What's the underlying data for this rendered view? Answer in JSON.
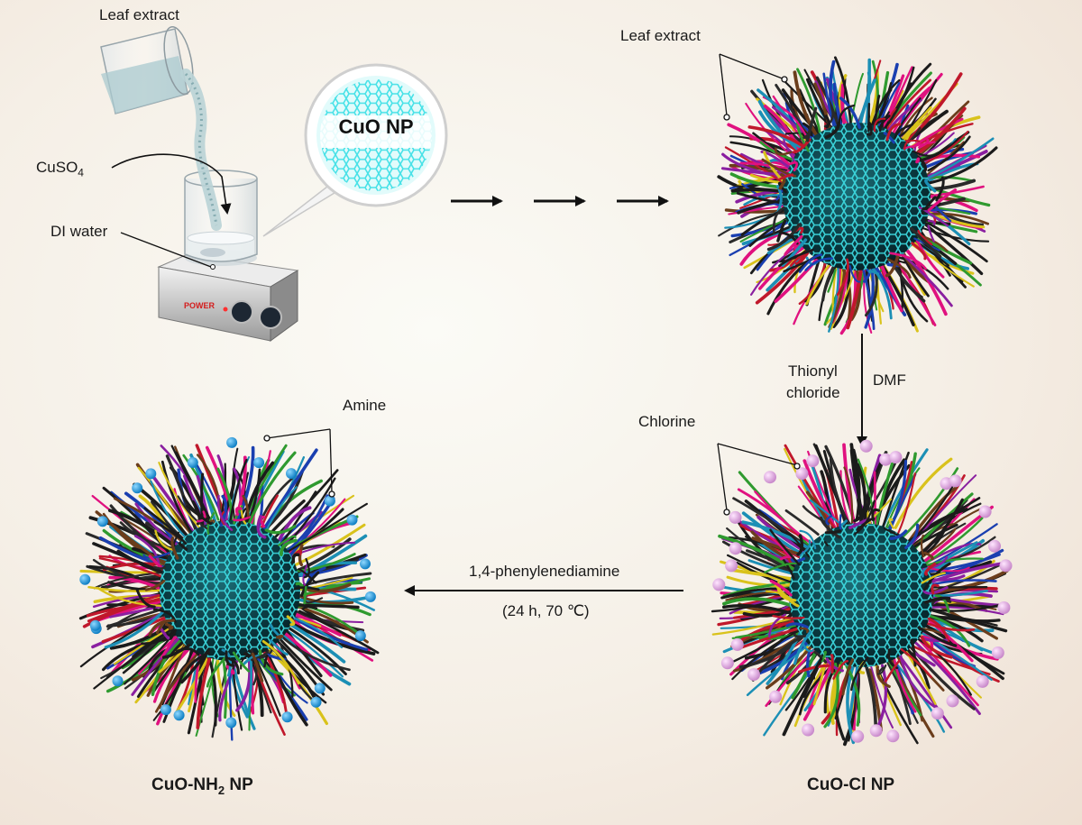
{
  "labels": {
    "leaf_extract_top": "Leaf extract",
    "cuso4": "CuSO",
    "cuso4_sub": "4",
    "di_water": "DI water",
    "cuo_np": "CuO NP",
    "leaf_extract_right": "Leaf extract",
    "thionyl": "Thionyl",
    "chloride": "chloride",
    "dmf": "DMF",
    "chlorine": "Chlorine",
    "amine": "Amine",
    "reagent": "1,4-phenylenediamine",
    "conditions": "(24 h, 70 ℃)",
    "cuo_nh2_pre": "CuO-NH",
    "cuo_nh2_sub": "2",
    "cuo_nh2_post": " NP",
    "cuo_cl": "CuO-Cl NP",
    "power": "POWER"
  },
  "colors": {
    "core": "#2ec6cc",
    "core_dark": "#0b3c44",
    "chain_dark": "#1b1b1b",
    "chlorine_ball": "#e8a8ea",
    "amine_ball": "#1fa2e8"
  }
}
